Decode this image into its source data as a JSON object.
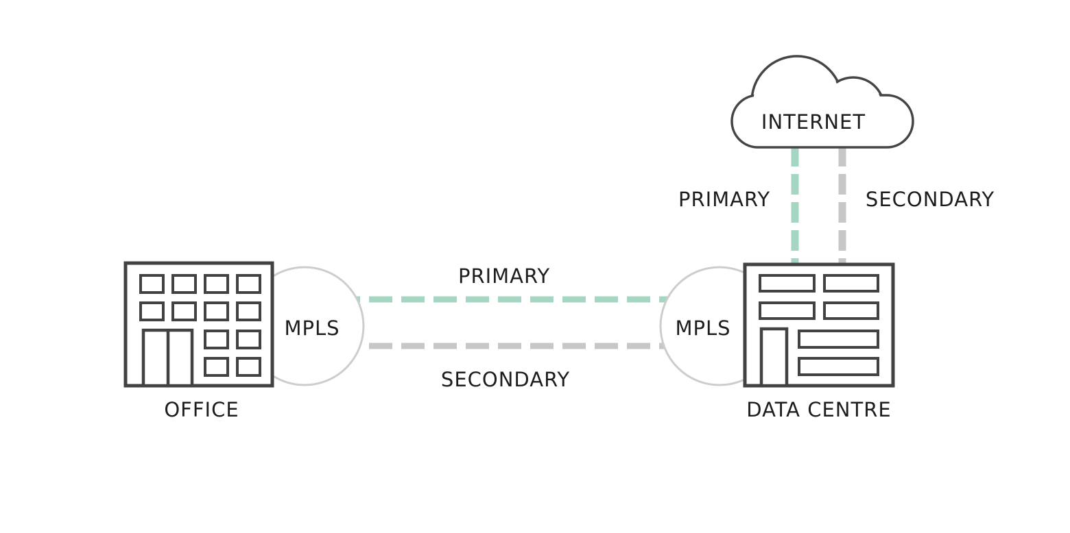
{
  "diagram": {
    "background": "#ffffff",
    "colors": {
      "primary_link": "#a5d6c1",
      "secondary_link": "#c7c7c7",
      "building_outline": "#424242",
      "cloud_outline": "#454545",
      "mpls_circle_outline": "#cdcdcd",
      "label_text": "#1d1d1d"
    },
    "nodes": {
      "internet": {
        "label": "INTERNET",
        "type": "cloud"
      },
      "office": {
        "label": "OFFICE",
        "type": "building"
      },
      "data_centre": {
        "label": "DATA CENTRE",
        "type": "building"
      },
      "mpls_left": {
        "label": "MPLS",
        "type": "network-circle"
      },
      "mpls_right": {
        "label": "MPLS",
        "type": "network-circle"
      }
    },
    "links": {
      "office_dc_primary": {
        "label": "PRIMARY",
        "style": "dashed"
      },
      "office_dc_secondary": {
        "label": "SECONDARY",
        "style": "dashed"
      },
      "internet_primary": {
        "label": "PRIMARY",
        "style": "dashed"
      },
      "internet_secondary": {
        "label": "SECONDARY",
        "style": "dashed"
      }
    }
  }
}
